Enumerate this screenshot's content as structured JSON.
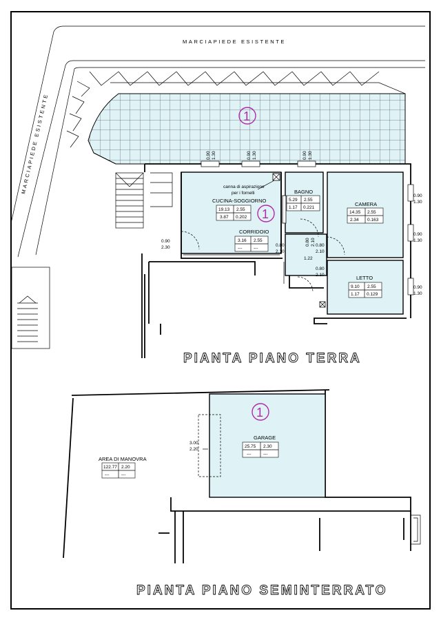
{
  "streets": {
    "top": "MARCIAPIEDE ESISTENTE",
    "left": "MARCIAPIEDE ESISTENTE"
  },
  "titles": {
    "ground": "PIANTA PIANO TERRA",
    "basement": "PIANTA PIANO SEMINTERRATO"
  },
  "markers": {
    "unit": "1"
  },
  "note": {
    "line1": "canna di aspirazione",
    "line2": "per i fornelli"
  },
  "rooms": {
    "cucina": {
      "name": "CUCINA-SOGGIORNO",
      "r1": [
        "19.13",
        "2.55"
      ],
      "r2": [
        "3.87",
        "0.202"
      ]
    },
    "bagno": {
      "name": "BAGNO",
      "r1": [
        "5.29",
        "2.55"
      ],
      "r2": [
        "1.17",
        "0.221"
      ]
    },
    "camera": {
      "name": "CAMERA",
      "r1": [
        "14.35",
        "2.55"
      ],
      "r2": [
        "2.34",
        "0.163"
      ]
    },
    "corridoio": {
      "name": "CORRIDOIO",
      "r1": [
        "3.16",
        "2.55"
      ],
      "r2": [
        "---",
        "---"
      ]
    },
    "letto": {
      "name": "LETTO",
      "r1": [
        "9.10",
        "2.55"
      ],
      "r2": [
        "1.17",
        "0.129"
      ]
    },
    "garage": {
      "name": "GARAGE",
      "r1": [
        "25.75",
        "2.30"
      ],
      "r2": [
        "---",
        "---"
      ]
    },
    "manovra": {
      "name": "AREA DI MANOVRA",
      "r1": [
        "122.77",
        "2.20"
      ],
      "r2": [
        "---",
        "---"
      ]
    }
  },
  "openings": {
    "win1": [
      "0.90",
      "1.30"
    ],
    "win2": [
      "0.90",
      "1.30"
    ],
    "win3": [
      "0.90",
      "1.30"
    ],
    "win4": [
      "0.90",
      "1.30"
    ],
    "win5": [
      "0.90",
      "1.30"
    ],
    "win6": [
      "0.90",
      "1.30"
    ],
    "door_entry": [
      "0.90",
      "2.30"
    ],
    "door_corr": [
      "0.80",
      "2.10"
    ],
    "door_bagno": [
      "0.80",
      "2.10"
    ],
    "door_camera": [
      "0.80",
      "2.10"
    ],
    "door_letto": [
      "0.80",
      "2.10"
    ],
    "garage_door": [
      "3.00",
      "2.20"
    ],
    "dim_122": "1.22"
  }
}
